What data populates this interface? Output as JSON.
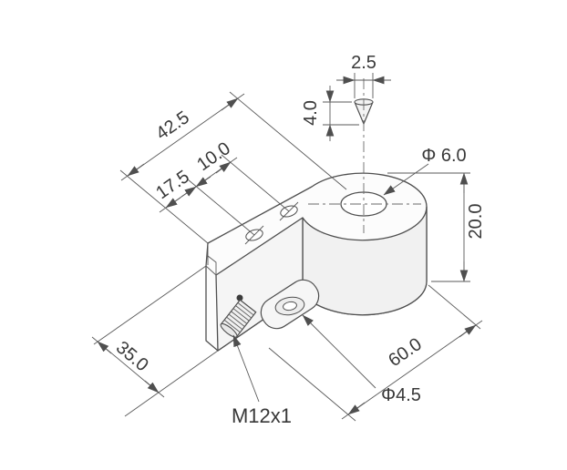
{
  "labels": {
    "tip_width": "2.5",
    "tip_height": "4.0",
    "top_hole_dia": "Φ 6.0",
    "pos_overall": "42.5",
    "pos_slot1": "17.5",
    "pos_slot2": "10.0",
    "height": "20.0",
    "width": "35.0",
    "length": "60.0",
    "tab_hole_dia": "Φ4.5",
    "thread": "M12x1"
  },
  "colors": {
    "line": "#4f4f4f",
    "dim_line": "#5a5a5a",
    "text": "#383838",
    "fill_light": "#fcfcfc",
    "fill_mid": "#f3f3f3",
    "background": "#ffffff"
  }
}
